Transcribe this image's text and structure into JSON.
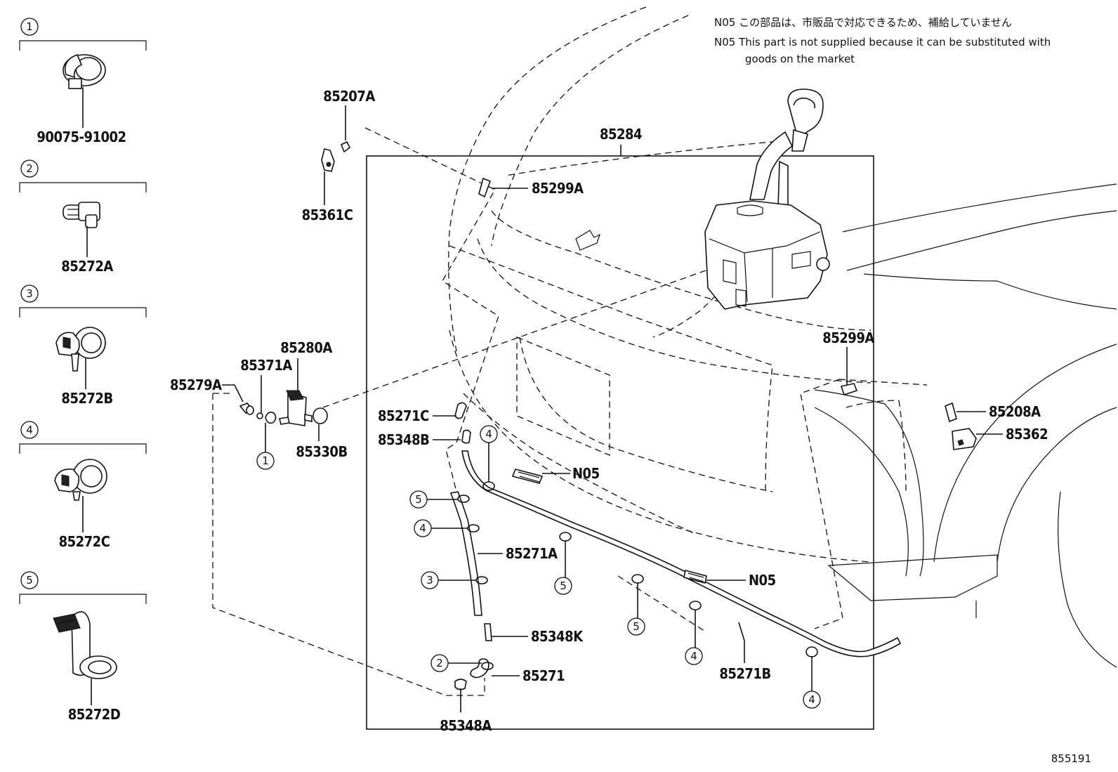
{
  "notes": {
    "jp": "N05 この部品は、市販品で対応できるため、補給していません",
    "en_line1": "N05  This part is not supplied because it can be substituted with",
    "en_line2": "goods on the market"
  },
  "legend": [
    {
      "index": "1",
      "part": "90075-91002"
    },
    {
      "index": "2",
      "part": "85272A"
    },
    {
      "index": "3",
      "part": "85272B"
    },
    {
      "index": "4",
      "part": "85272C"
    },
    {
      "index": "5",
      "part": "85272D"
    }
  ],
  "labels": {
    "p85207A": "85207A",
    "p85361C": "85361C",
    "p85284": "85284",
    "p85299A_top": "85299A",
    "p85299A_right": "85299A",
    "p85279A": "85279A",
    "p85371A": "85371A",
    "p85280A": "85280A",
    "p85330B": "85330B",
    "p85271C": "85271C",
    "p85348B": "85348B",
    "n05_a": "N05",
    "n05_b": "N05",
    "p85271A": "85271A",
    "p85348K": "85348K",
    "p85271": "85271",
    "p85348A": "85348A",
    "p85271B": "85271B",
    "p85208A": "85208A",
    "p85362": "85362"
  },
  "callouts": {
    "c1": "1",
    "c4a": "4",
    "c5a": "5",
    "c4b": "4",
    "c3": "3",
    "c2": "2",
    "c5b": "5",
    "c5c": "5",
    "c4c": "4",
    "c4d": "4"
  },
  "diagram_code": "855191"
}
